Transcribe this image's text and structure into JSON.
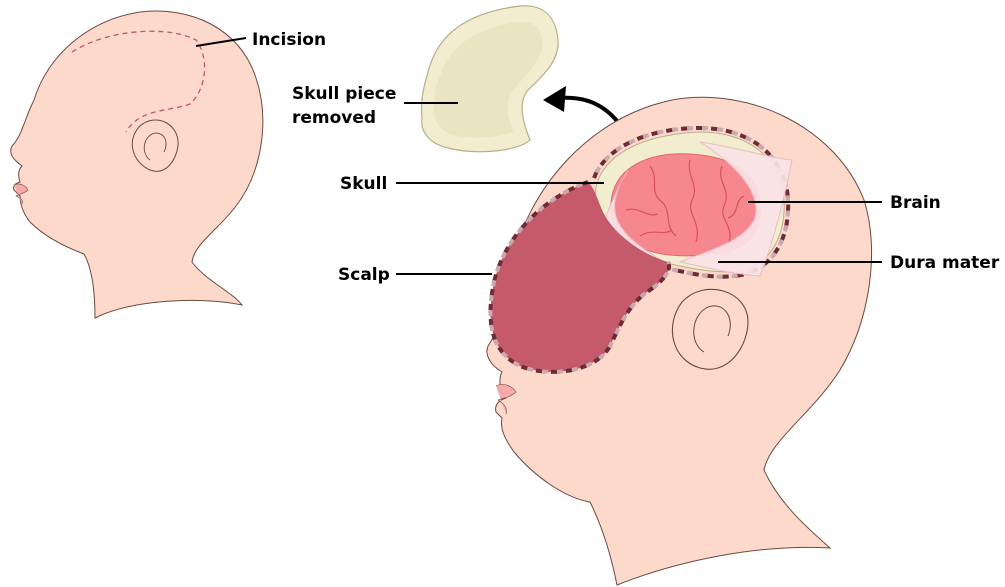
{
  "labels": {
    "incision": "Incision",
    "skull_piece_line1": "Skull piece",
    "skull_piece_line2": "removed",
    "skull": "Skull",
    "scalp": "Scalp",
    "brain": "Brain",
    "dura_mater": "Dura mater"
  },
  "colors": {
    "skin": "#fcd9ca",
    "skin_outline": "#6b4a3f",
    "skull_bone": "#f2edcf",
    "bone_outline": "#b8ae8a",
    "scalp_flap": "#c45a6a",
    "scalp_edge_dark": "#6e2a35",
    "scalp_edge_light": "#c9a8b0",
    "brain": "#f7878e",
    "dura": "#fbe3e6",
    "leader_line": "#000000"
  }
}
